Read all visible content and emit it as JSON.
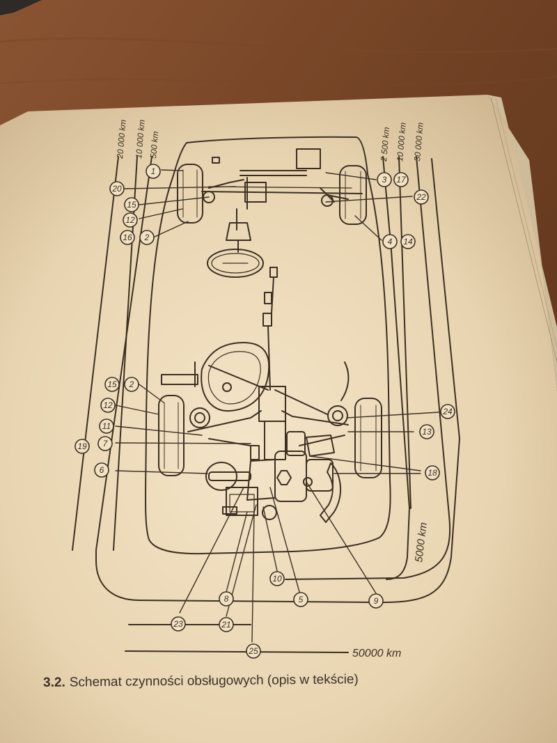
{
  "figure": {
    "number": "3.2.",
    "caption": "Schemat czynności obsługowych (opis w tekście)"
  },
  "intervals_left": [
    "20 000 km",
    "10 000 km",
    "500 km"
  ],
  "intervals_right": [
    "2 500 km",
    "10 000 km",
    "30 000 km"
  ],
  "interval_bottom_right": "5000 km",
  "interval_bottom": "50000 km",
  "callouts": [
    "1",
    "20",
    "15",
    "12",
    "16",
    "2",
    "3",
    "17",
    "22",
    "4",
    "14",
    "15",
    "2",
    "12",
    "11",
    "7",
    "19",
    "6",
    "24",
    "13",
    "18",
    "10",
    "8",
    "5",
    "9",
    "23",
    "21",
    "25"
  ]
}
